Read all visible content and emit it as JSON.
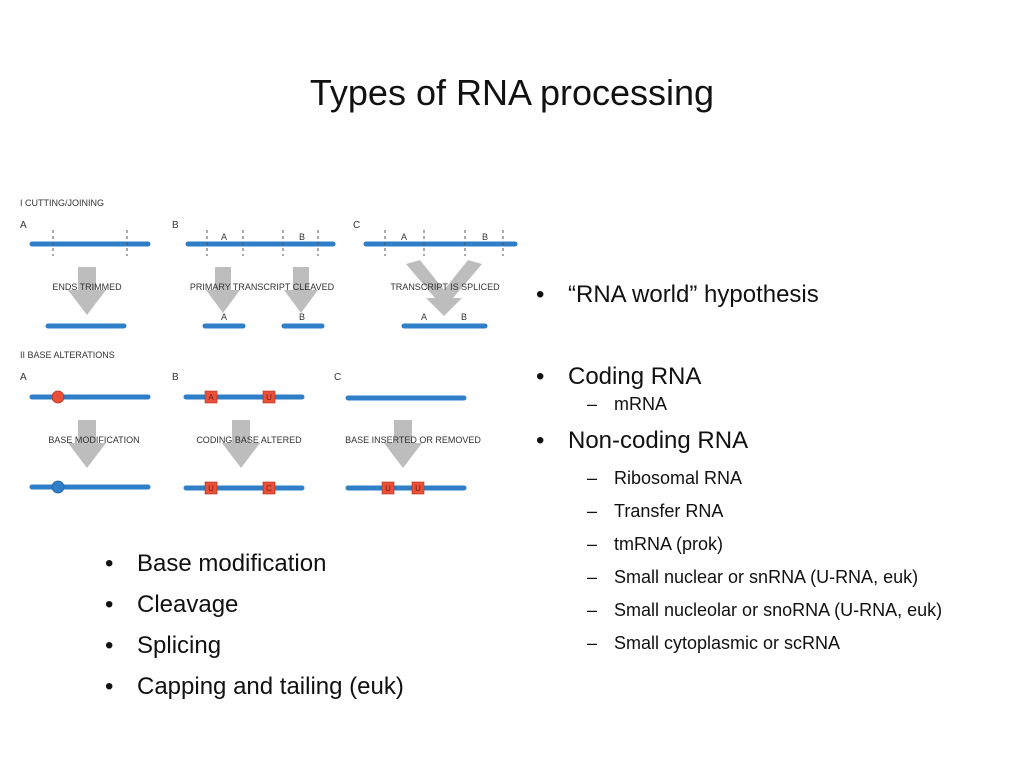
{
  "title": "Types of RNA processing",
  "diagram": {
    "section_1": "I    CUTTING/JOINING",
    "section_2": "II   BASE ALTERATIONS",
    "panel_a": "A",
    "panel_b": "B",
    "panel_c": "C",
    "seg_a": "A",
    "seg_b": "B",
    "cap_ends_trimmed": "ENDS TRIMMED",
    "cap_cleaved": "PRIMARY TRANSCRIPT CLEAVED",
    "cap_spliced": "TRANSCRIPT IS SPLICED",
    "cap_base_mod": "BASE MODIFICATION",
    "cap_coding_altered": "CODING BASE ALTERED",
    "cap_inserted": "BASE INSERTED OR REMOVED",
    "base_a": "A",
    "base_u": "U",
    "base_c": "C",
    "colors": {
      "strand": "#2f7fc8",
      "arrow": "#bdbdbd",
      "base_box": "#e8503a",
      "modified_base_before": "#e8503a",
      "modified_base_after": "#2f7fc8"
    }
  },
  "left_bullets": [
    "Base modification",
    "Cleavage",
    "Splicing",
    "Capping and tailing (euk)"
  ],
  "right_list": {
    "rna_world": "“RNA world” hypothesis",
    "coding": "Coding RNA",
    "coding_sub": [
      "mRNA"
    ],
    "noncoding": "Non-coding RNA",
    "noncoding_sub": [
      "Ribosomal RNA",
      "Transfer RNA",
      "tmRNA (prok)",
      "Small nuclear or snRNA (U-RNA, euk)",
      "Small nucleolar or snoRNA (U-RNA, euk)",
      "Small cytoplasmic or scRNA"
    ]
  }
}
